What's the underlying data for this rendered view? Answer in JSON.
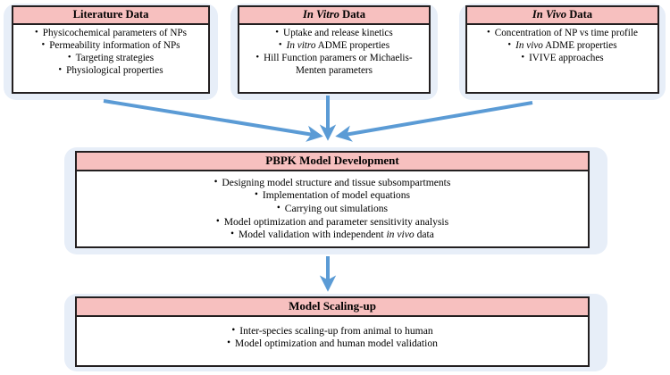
{
  "diagram": {
    "title": "PBPK modeling workflow for nanoparticles",
    "colors": {
      "header_fill": "#f7c0bf",
      "panel_fill": "#e7eef8",
      "border": "#231f20",
      "arrow": "#5b9bd5"
    },
    "nodes": [
      {
        "id": "literature-data",
        "header": "Literature Data",
        "header_italic_prefix": "",
        "bullets": [
          "Physicochemical parameters of NPs",
          "Permeability information of NPs",
          "Targeting strategies",
          "Physiological properties"
        ]
      },
      {
        "id": "in-vitro-data",
        "header_italic_prefix": "In Vitro",
        "header_suffix": " Data",
        "bullets": [
          "Uptake and release kinetics",
          "In vitro ADME properties",
          "Hill Function paramers or Michaelis-",
          "Menten parameters"
        ]
      },
      {
        "id": "in-vivo-data",
        "header_italic_prefix": "In Vivo",
        "header_suffix": " Data",
        "bullets": [
          "Concentration of NP vs time profile",
          "In vivo ADME properties",
          "IVIVE approaches"
        ]
      },
      {
        "id": "pbpk-model-development",
        "header": "PBPK Model Development",
        "bullets": [
          "Designing model structure and tissue subsompartments",
          "Implementation of model equations",
          "Carrying out simulations",
          "Model optimization and parameter sensitivity analysis",
          "Model validation with independent in vivo data"
        ]
      },
      {
        "id": "model-scaling-up",
        "header": "Model Scaling-up",
        "bullets": [
          "Inter-species scaling-up from animal to human",
          "Model optimization and human model validation"
        ]
      }
    ],
    "edges": [
      {
        "from": "literature-data",
        "to": "pbpk-model-development",
        "style": "diagonal-right-down"
      },
      {
        "from": "in-vitro-data",
        "to": "pbpk-model-development",
        "style": "vertical-down"
      },
      {
        "from": "in-vivo-data",
        "to": "pbpk-model-development",
        "style": "diagonal-left-down"
      },
      {
        "from": "pbpk-model-development",
        "to": "model-scaling-up",
        "style": "vertical-down"
      }
    ]
  }
}
